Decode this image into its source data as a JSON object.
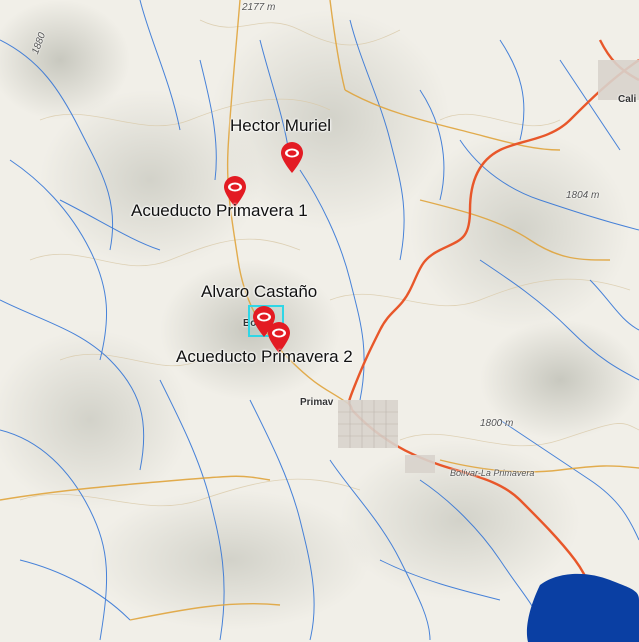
{
  "map": {
    "markers": [
      {
        "name": "Hector Muriel"
      },
      {
        "name": "Acueducto Primavera 1"
      },
      {
        "name": "Alvaro Castaño"
      },
      {
        "name": "Acueducto Primavera 2"
      }
    ],
    "elevation_labels": [
      "2177 m",
      "1880",
      "1804 m",
      "1800 m"
    ],
    "place_labels": [
      "Primav",
      "Bol",
      "Cali"
    ],
    "road_labels": [
      "Bolívar-La Primavera"
    ],
    "selection": {
      "selected_marker": "Alvaro Castaño"
    },
    "colors": {
      "marker": "#e31b23",
      "road_primary": "#e8572a",
      "road_secondary": "#e0a43c",
      "river": "#2a6fd6",
      "water_body": "#0a3fa3",
      "selection": "#2fd6e6"
    }
  }
}
